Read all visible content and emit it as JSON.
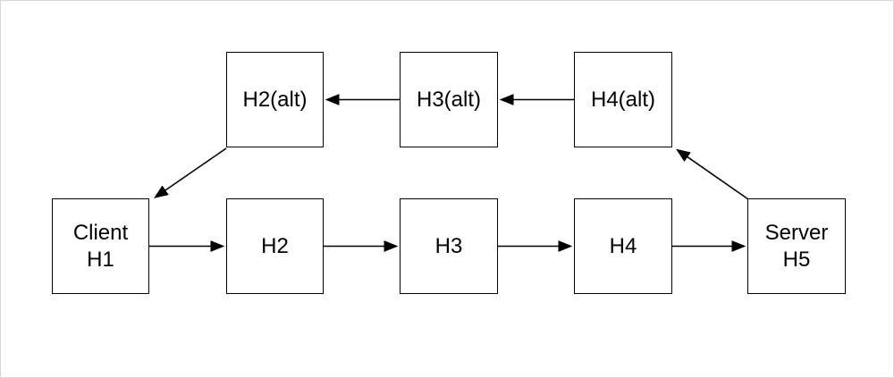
{
  "diagram": {
    "type": "flow-diagram",
    "colors": {
      "background": "#ffffff",
      "node_fill": "#ffffff",
      "stroke": "#000000",
      "outer_frame": "#d7d7d7"
    },
    "nodes": {
      "h2_alt": {
        "label": "H2(alt)"
      },
      "h3_alt": {
        "label": "H3(alt)"
      },
      "h4_alt": {
        "label": "H4(alt)"
      },
      "client_h1": {
        "label": "Client\nH1"
      },
      "h2": {
        "label": "H2"
      },
      "h3": {
        "label": "H3"
      },
      "h4": {
        "label": "H4"
      },
      "server_h5": {
        "label": "Server\nH5"
      }
    },
    "edges": [
      {
        "from": "Client H1",
        "to": "H2",
        "direction": "right"
      },
      {
        "from": "H2",
        "to": "H3",
        "direction": "right"
      },
      {
        "from": "H3",
        "to": "H4",
        "direction": "right"
      },
      {
        "from": "H4",
        "to": "Server H5",
        "direction": "right"
      },
      {
        "from": "Server H5",
        "to": "H4(alt)",
        "direction": "up-left diagonal"
      },
      {
        "from": "H4(alt)",
        "to": "H3(alt)",
        "direction": "left"
      },
      {
        "from": "H3(alt)",
        "to": "H2(alt)",
        "direction": "left"
      },
      {
        "from": "H2(alt)",
        "to": "Client H1",
        "direction": "down-left diagonal"
      }
    ]
  }
}
